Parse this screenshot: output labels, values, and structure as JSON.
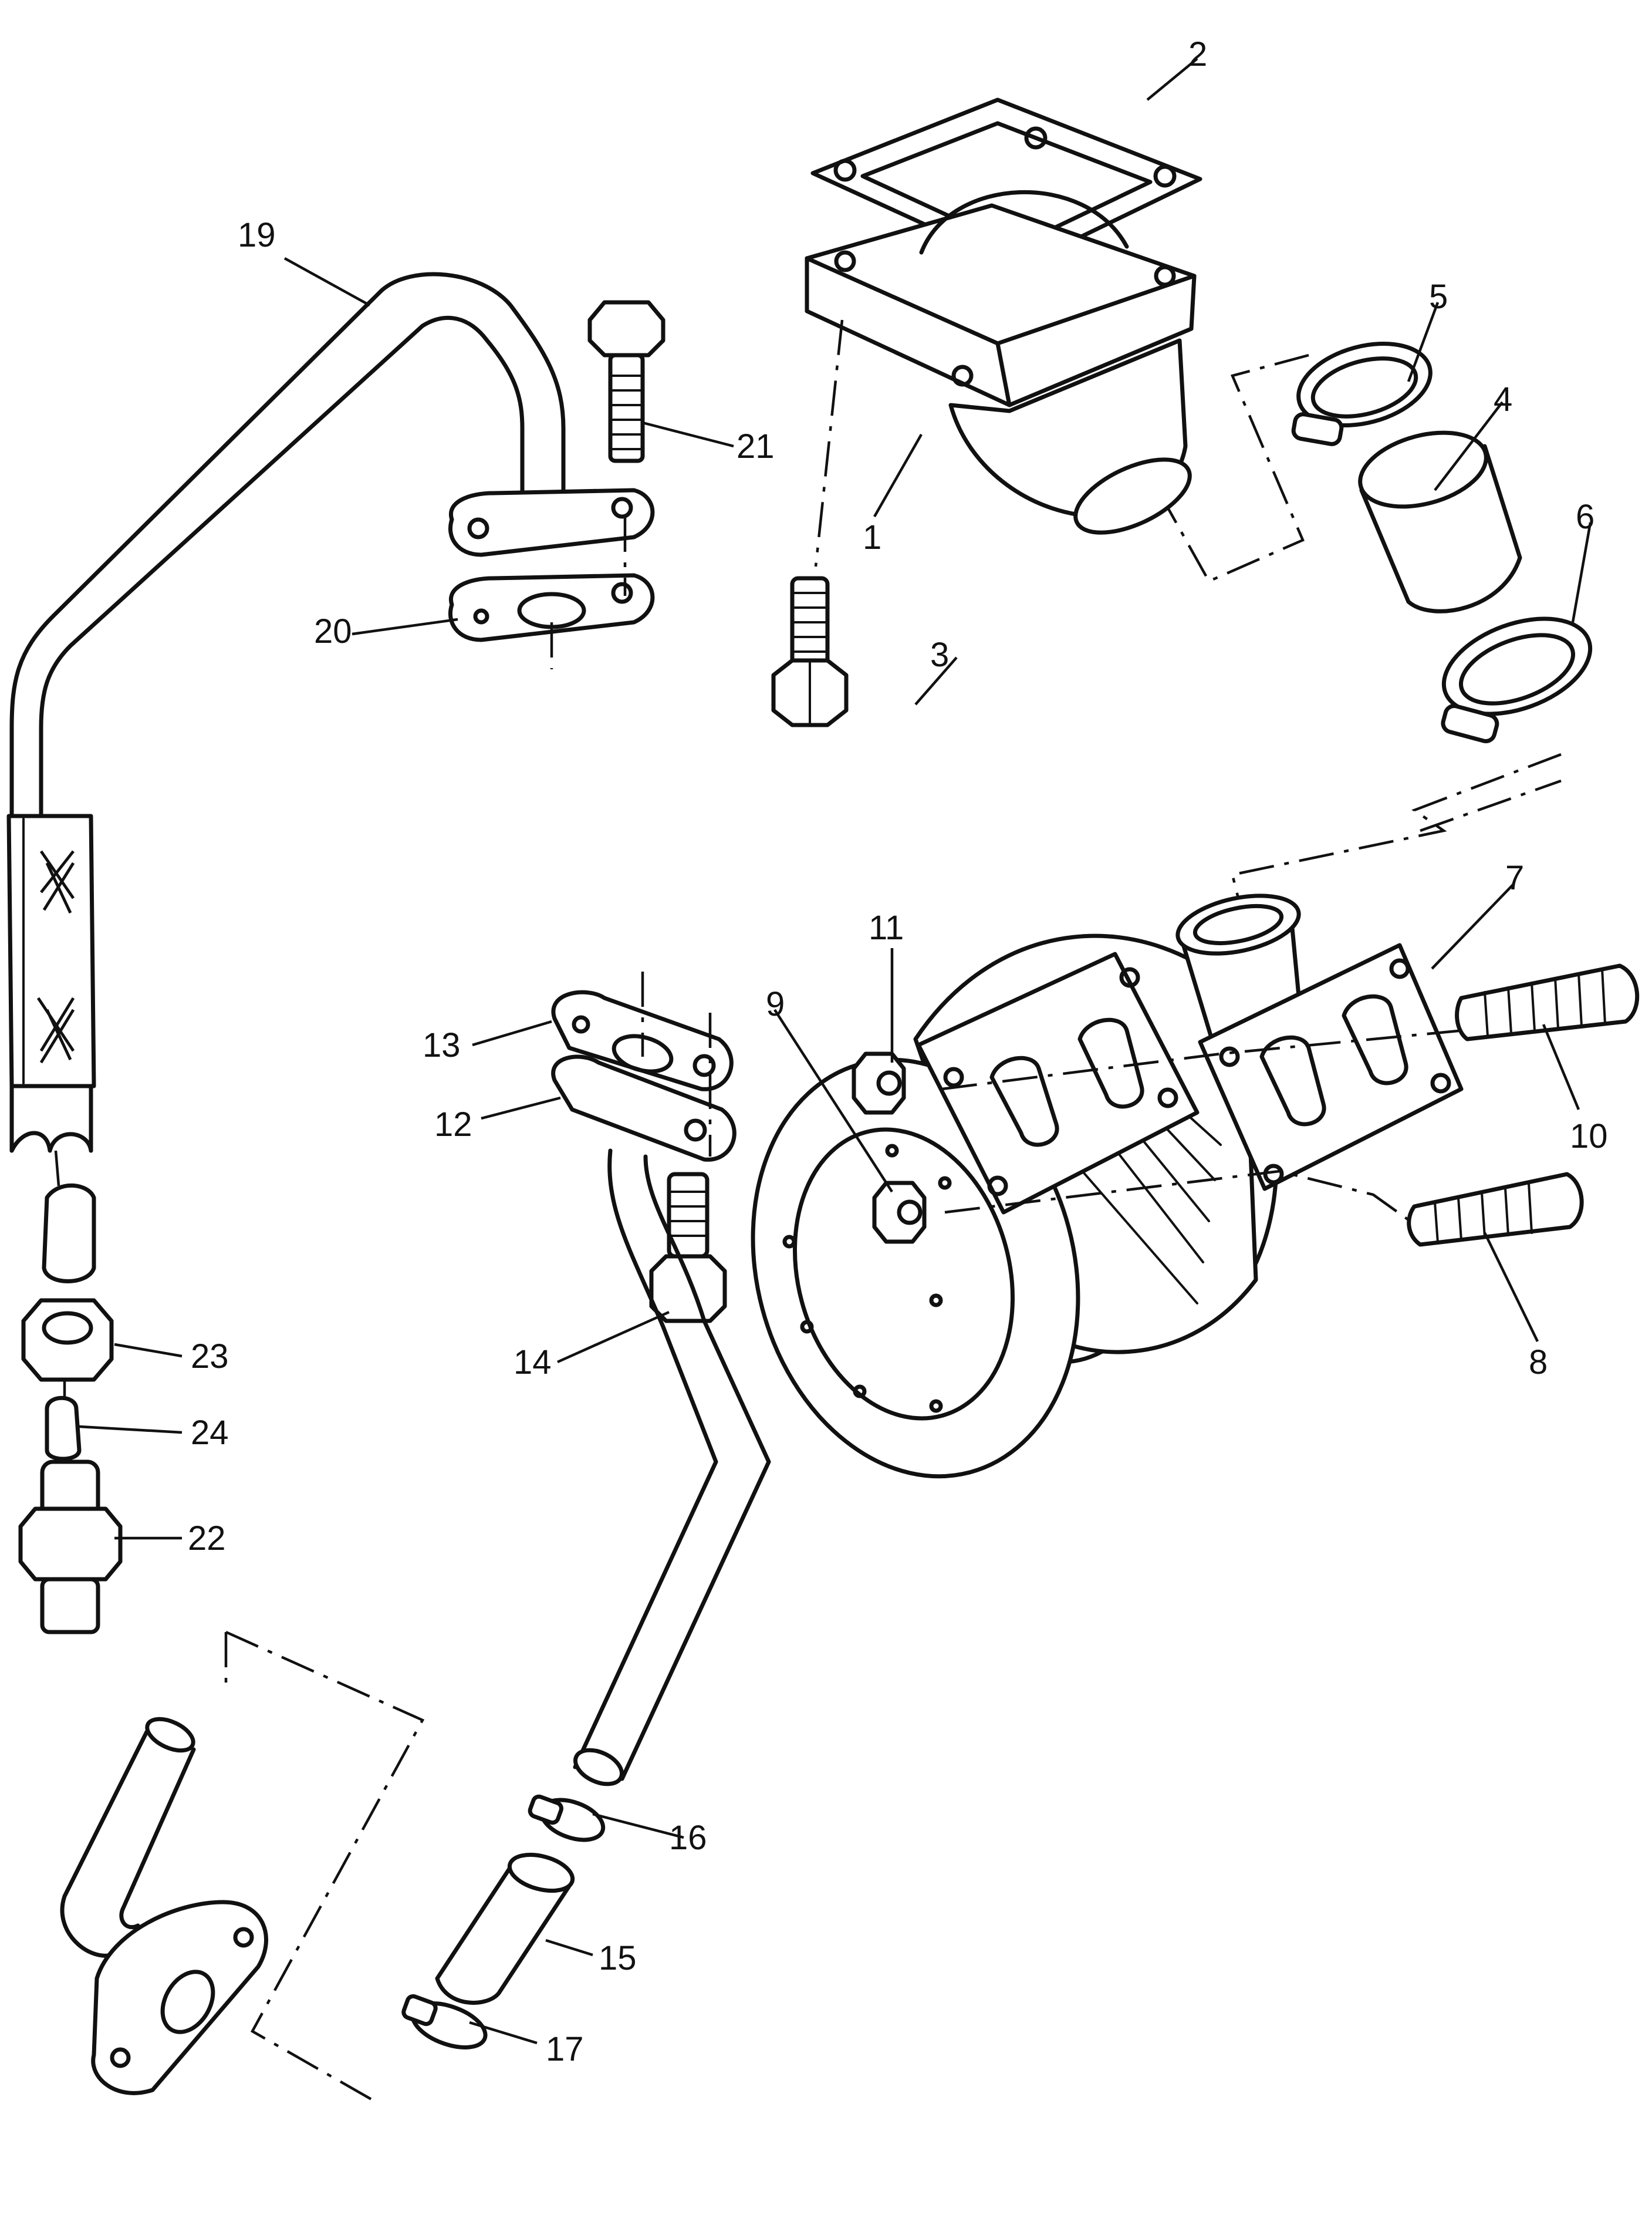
{
  "callouts": [
    "1",
    "2",
    "3",
    "4",
    "5",
    "6",
    "7",
    "8",
    "9",
    "10",
    "11",
    "12",
    "13",
    "14",
    "15",
    "16",
    "17",
    "19",
    "20",
    "21",
    "22",
    "23",
    "24"
  ]
}
